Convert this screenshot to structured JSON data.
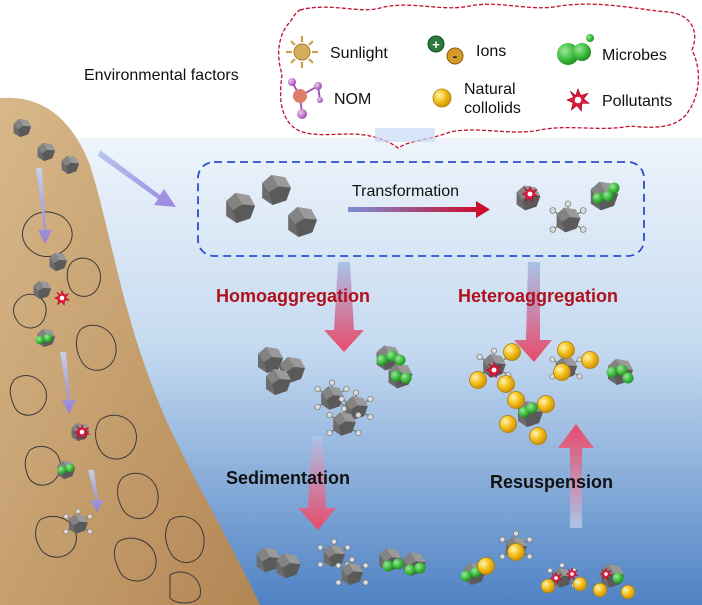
{
  "header": {
    "environmental_factors": "Environmental factors"
  },
  "legend": {
    "items": [
      {
        "id": "sunlight",
        "label": "Sunlight",
        "icon": "sun-icon"
      },
      {
        "id": "ions",
        "label": "Ions",
        "icon": "ions-icon"
      },
      {
        "id": "microbes",
        "label": "Microbes",
        "icon": "microbes-icon"
      },
      {
        "id": "nom",
        "label": "NOM",
        "icon": "molecule-icon"
      },
      {
        "id": "colloids",
        "label_line1": "Natural",
        "label_line2": "collolids",
        "icon": "colloid-icon"
      },
      {
        "id": "pollutants",
        "label": "Pollutants",
        "icon": "pollutant-star-icon"
      }
    ],
    "ion_plus": "+",
    "ion_minus": "-"
  },
  "process": {
    "transformation": "Transformation",
    "homoaggregation": "Homoaggregation",
    "heteroaggregation": "Heteroaggregation",
    "sedimentation": "Sedimentation",
    "resuspension": "Resuspension"
  },
  "colors": {
    "water_top": "#e4eef9",
    "water_bottom": "#4f82c4",
    "soil": "#c8a576",
    "red_text": "#b0101c",
    "dashed_box": "#2a4fd0",
    "cloud_border": "#c01030",
    "particle": "#6d6d6d",
    "colloid": "#f2b718",
    "microbe": "#3dbb3d"
  }
}
